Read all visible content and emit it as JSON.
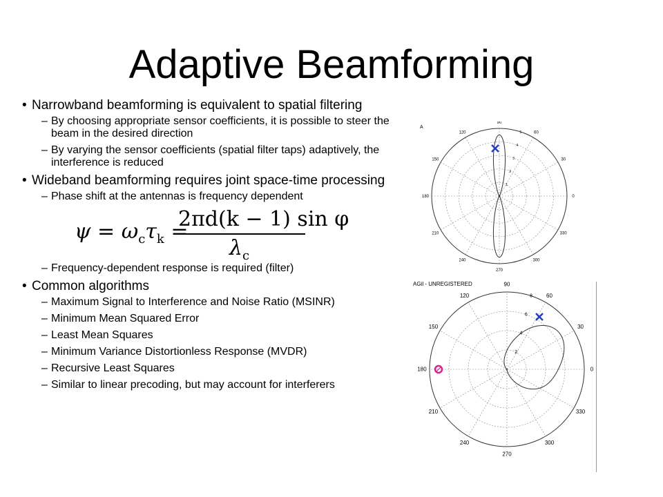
{
  "slide": {
    "title": "Adaptive Beamforming",
    "items": [
      {
        "level": 1,
        "text": "Narrowband beamforming is equivalent to spatial filtering"
      },
      {
        "level": 2,
        "text": "By choosing appropriate sensor coefficients, it is possible to steer the beam in the desired direction"
      },
      {
        "level": 2,
        "text": "By varying the sensor coefficients (spatial filter taps) adaptively, the interference is reduced"
      },
      {
        "level": 1,
        "text": "Wideband beamforming requires joint space-time processing"
      },
      {
        "level": 2,
        "text": "Phase shift at the antennas is frequency dependent"
      },
      {
        "level": "formula"
      },
      {
        "level": 2,
        "text": "Frequency-dependent response is required (filter)"
      },
      {
        "level": 1,
        "text": "Common algorithms"
      },
      {
        "level": 2,
        "text": "Maximum Signal to Interference and Noise Ratio (MSINR)"
      },
      {
        "level": 2,
        "text": "Minimum Mean Squared Error"
      },
      {
        "level": 2,
        "text": "Least Mean Squares"
      },
      {
        "level": 2,
        "text": "Minimum Variance Distortionless Response (MVDR)"
      },
      {
        "level": 2,
        "text": "Recursive Least Squares"
      },
      {
        "level": 2,
        "text": "Similar to linear precoding, but may account for interferers"
      }
    ],
    "formula": {
      "lhs": "ψ = ω",
      "lhs_sub": "c",
      "lhs_mid": "τ",
      "lhs_sub2": "k",
      "lhs_eq": " =",
      "numerator": "2πd(k − 1) sin φ",
      "denominator": "λ",
      "denominator_sub": "c"
    }
  },
  "plots": [
    {
      "header": "A",
      "angle_labels": [
        "90",
        "60",
        "30",
        "0",
        "330",
        "300",
        "270",
        "240",
        "210",
        "180",
        "150",
        "120"
      ],
      "radial_labels": [
        "1",
        "2",
        "3",
        "4",
        "5"
      ],
      "target_marker": "x",
      "marker_color": "#1f3fbf"
    },
    {
      "header": "AGil - UNREGISTERED",
      "angle_labels": [
        "90",
        "60",
        "30",
        "0",
        "330",
        "300",
        "270",
        "240",
        "210",
        "180",
        "150",
        "120"
      ],
      "radial_labels": [
        "2",
        "4",
        "6",
        "8"
      ],
      "target_marker": "x",
      "interferer_marker": "⊘",
      "marker_color": "#1f3fbf",
      "interferer_color": "#e0208c"
    }
  ]
}
